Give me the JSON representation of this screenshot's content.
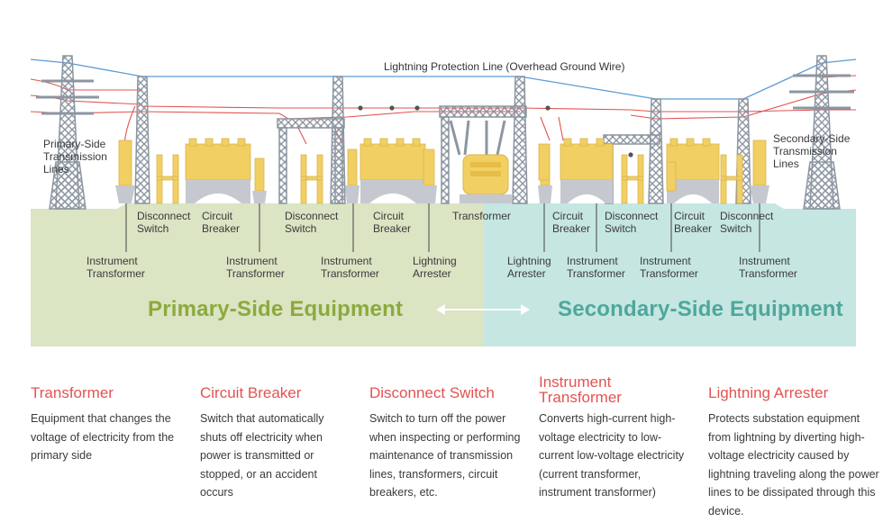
{
  "diagram": {
    "overhead_wire_label": "Lightning Protection Line (Overhead Ground Wire)",
    "primary_lines_label": "Primary-Side\nTransmission\nLines",
    "secondary_lines_label": "Secondary-Side\nTransmission\nLines",
    "primary_title": "Primary-Side Equipment",
    "secondary_title": "Secondary-Side Equipment",
    "colors": {
      "primary_ground": "#dbe4c3",
      "secondary_ground": "#c6e6e1",
      "primary_text": "#8caa3c",
      "secondary_text": "#4ea79c",
      "power_line": "#e35352",
      "ground_wire": "#5b9bd5",
      "equipment": "#f2cf63",
      "tower": "#8c96a1",
      "heading": "#e35352"
    },
    "labels": {
      "disconnect_1": "Disconnect\nSwitch",
      "breaker_1": "Circuit\nBreaker",
      "disconnect_2": "Disconnect\nSwitch",
      "breaker_2": "Circuit\nBreaker",
      "transformer": "Transformer",
      "breaker_3": "Circuit\nBreaker",
      "disconnect_3": "Disconnect\nSwitch",
      "breaker_4": "Circuit\nBreaker",
      "disconnect_4": "Disconnect\nSwitch",
      "instrument_1": "Instrument\nTransformer",
      "instrument_2": "Instrument\nTransformer",
      "instrument_3": "Instrument\nTransformer",
      "arrester_1": "Lightning\nArrester",
      "arrester_2": "Lightning\nArrester",
      "instrument_4": "Instrument\nTransformer",
      "instrument_5": "Instrument\nTransformer",
      "instrument_6": "Instrument\nTransformer"
    }
  },
  "legend": [
    {
      "title": "Transformer",
      "text": "Equipment that changes the voltage of electricity from the primary side"
    },
    {
      "title": "Circuit Breaker",
      "text": "Switch that automatically shuts off electricity when power is transmitted or stopped, or an accident occurs"
    },
    {
      "title": "Disconnect Switch",
      "text": "Switch to turn off the power when inspecting or performing maintenance of transmission lines, transformers, circuit breakers, etc."
    },
    {
      "title": "Instrument\nTransformer",
      "text": "Converts high-current high-voltage electricity to low-current low-voltage electricity (current transformer, instrument transformer)"
    },
    {
      "title": "Lightning Arrester",
      "text": "Protects substation equipment from lightning by diverting high-voltage electricity caused by lightning traveling along the power lines to be dissipated through this device."
    }
  ]
}
